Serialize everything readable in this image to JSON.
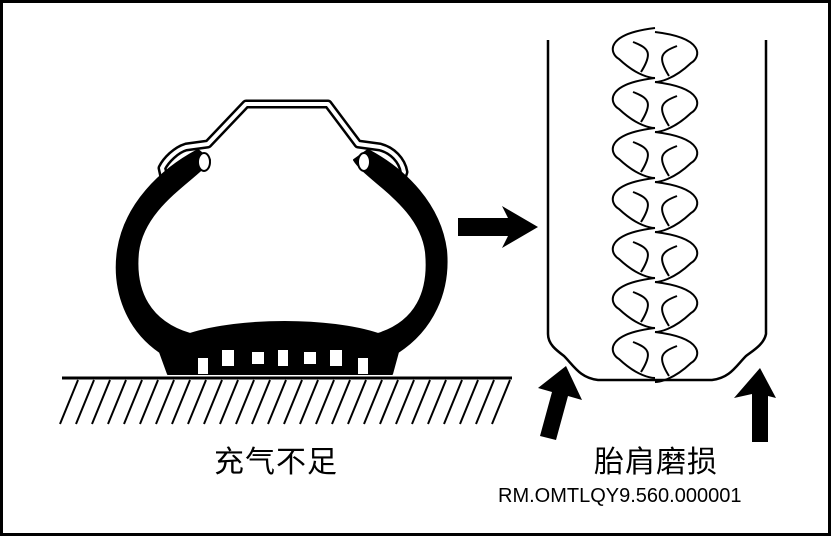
{
  "labels": {
    "underinflated": "充气不足",
    "shoulder_wear": "胎肩磨损",
    "document_code": "RM.OMTLQY9.560.000001"
  },
  "colors": {
    "ink": "#000000",
    "paper": "#ffffff"
  },
  "icons": [
    "arrow-right-icon",
    "arrow-up-icon",
    "ground-hatch-icon"
  ]
}
